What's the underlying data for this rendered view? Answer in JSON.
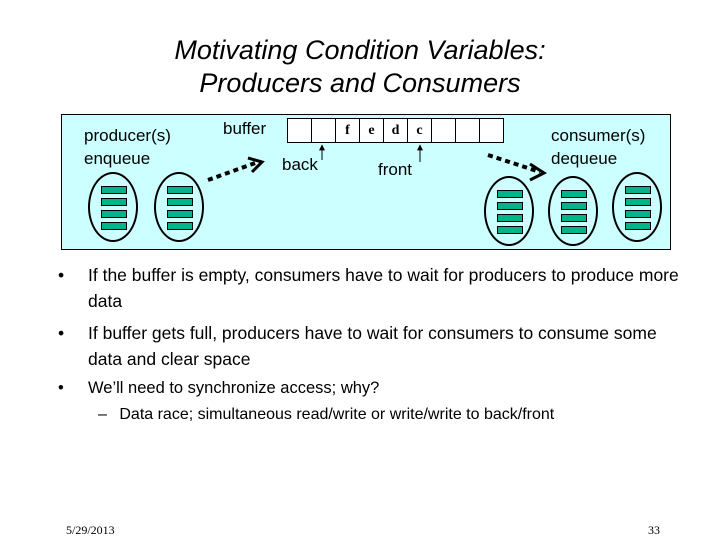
{
  "slide": {
    "title_line1": "Motivating Condition Variables:",
    "title_line2": "Producers and Consumers"
  },
  "diagram": {
    "producer_label": "producer(s)",
    "producer_action": "enqueue",
    "consumer_label": "consumer(s)",
    "consumer_action": "dequeue",
    "buffer_label": "buffer",
    "back_label": "back",
    "front_label": "front",
    "cells": [
      "",
      "",
      "f",
      "e",
      "d",
      "c",
      "",
      "",
      ""
    ],
    "colors": {
      "panel": "#ccffff",
      "bar": "#00b38a"
    }
  },
  "bullets": [
    {
      "text": "If the buffer is empty, consumers have to wait for producers to produce more data"
    },
    {
      "text": "If buffer gets full, producers have to wait for consumers to consume some data and clear space"
    },
    {
      "text": "We’ll need to synchronize access; why?"
    }
  ],
  "sub_bullet": {
    "dash": "–",
    "text": "Data race; simultaneous read/write or write/write to back/front"
  },
  "bullet_glyph": "•",
  "footer": {
    "date": "5/29/2013",
    "page": "33"
  }
}
